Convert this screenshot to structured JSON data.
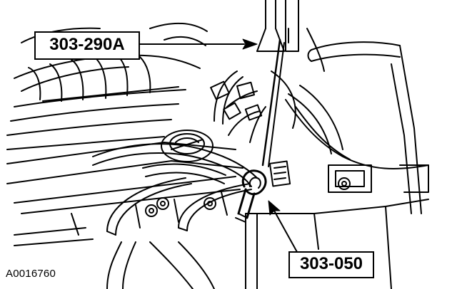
{
  "callouts": {
    "tool_a": "303-290A",
    "tool_b": "303-050"
  },
  "figure_id": "A0016760",
  "colors": {
    "ink": "#000000",
    "paper": "#ffffff"
  }
}
